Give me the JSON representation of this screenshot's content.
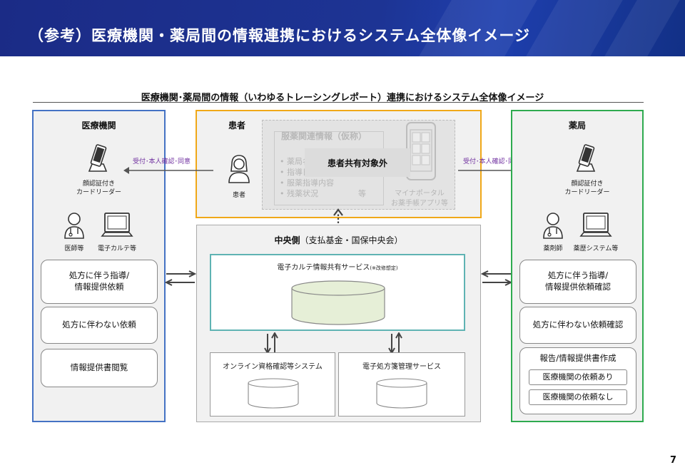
{
  "header": {
    "title": "（参考）医療機関・薬局間の情報連携におけるシステム全体像イメージ"
  },
  "subtitle": "医療機関･薬局間の情報（いわゆるトレーシングレポート）連携におけるシステム全体像イメージ",
  "hospital": {
    "title": "医療機関",
    "reader_label": [
      "顔認証付き",
      "カードリーダー"
    ],
    "doctor_label": "医師等",
    "ehr_label": "電子カルテ等",
    "buttons": [
      "処方に伴う指導/\n情報提供依頼",
      "処方に伴わない依頼",
      "情報提供書閲覧"
    ]
  },
  "patient": {
    "title": "患者",
    "person_label": "患者",
    "info_box_title": "服薬関連情報（仮称）",
    "info_items": [
      "薬局名",
      "指導日",
      "服薬指導内容",
      "残薬状況"
    ],
    "info_etc": "等",
    "overlay_label": "患者共有対象外",
    "portal_label": [
      "マイナポータル",
      "お薬手帳アプリ等"
    ]
  },
  "arrows": {
    "left_label": "受付･本人確認･同意",
    "right_label": "受付･本人確認･同意"
  },
  "pharmacy": {
    "title": "薬局",
    "reader_label": [
      "顔認証付き",
      "カードリーダー"
    ],
    "pharmacist_label": "薬剤師",
    "system_label": "薬歴システム等",
    "buttons": [
      "処方に伴う指導/\n情報提供依頼確認",
      "処方に伴わない依頼確認"
    ],
    "report": {
      "title": "報告/情報提供書作成",
      "items": [
        "医療機関の依頼あり",
        "医療機関の依頼なし"
      ]
    }
  },
  "central": {
    "title": "中央側",
    "title_note": "（支払基金・国保中央会）",
    "ehr_service": "電子カルテ情報共有サービス",
    "ehr_service_note": "(※改修想定)",
    "online_system": "オンライン資格確認等システム",
    "eprescription": "電子処方箋管理サービス"
  },
  "page_number": "7",
  "colors": {
    "header_bg": "#1d3494",
    "hospital_border": "#4472c4",
    "patient_border": "#f0a818",
    "pharmacy_border": "#2eaa4f",
    "ehr_border": "#5fb3b3",
    "cylinder_fill": "#e6efd7",
    "arrow_label": "#7030a0"
  }
}
